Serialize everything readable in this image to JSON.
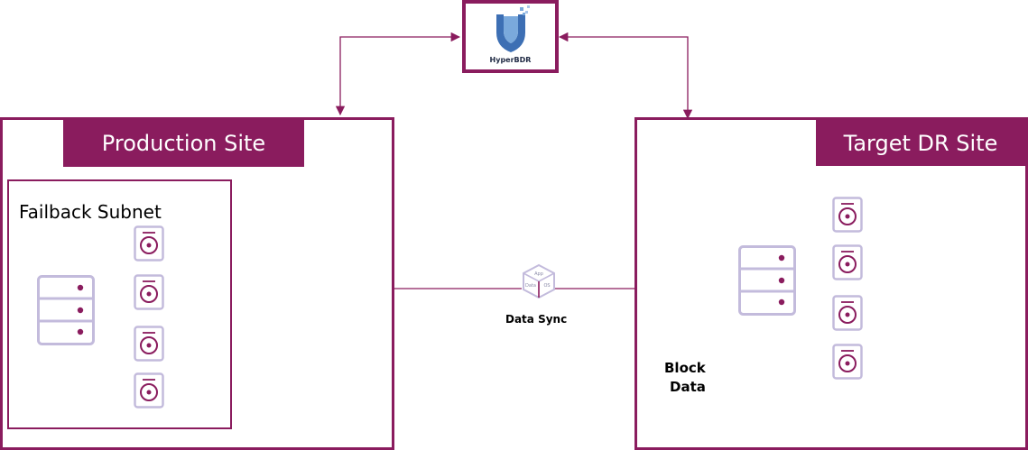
{
  "hyperbdr": {
    "label": "HyperBDR"
  },
  "production_site": {
    "title": "Production Site",
    "subnet_label": "Failback Subnet"
  },
  "target_site": {
    "title": "Target DR Site"
  },
  "data_sync": {
    "label": "Data Sync",
    "icon_words": [
      "Data",
      "App",
      "OS"
    ]
  },
  "block_data": {
    "line1": "Block",
    "line2": "Data"
  },
  "colors": {
    "accent": "#8a1c5e",
    "device": "#c3bbdc",
    "shield_blue": "#3d6fb4"
  }
}
